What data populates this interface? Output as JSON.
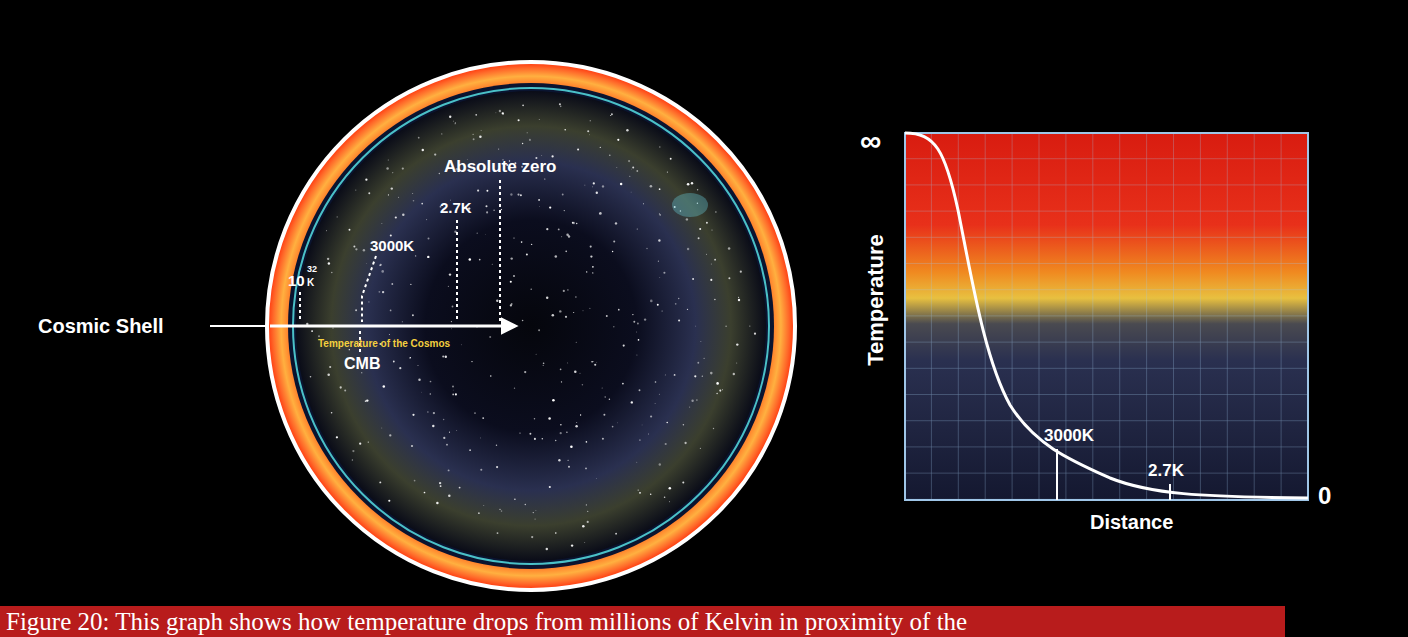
{
  "diagram": {
    "caption": "Figure 20: This graph shows how temperature drops from millions of Kelvin in proximity of the",
    "labels": [
      "Absolute zero",
      "2.7K",
      "3000K",
      "10",
      "32",
      "K",
      "Cosmic Shell",
      "Temperature of the Cosmos",
      "CMB",
      "∞",
      "Temperature",
      "3000K",
      "2.7K",
      "Distance",
      "0"
    ]
  }
}
